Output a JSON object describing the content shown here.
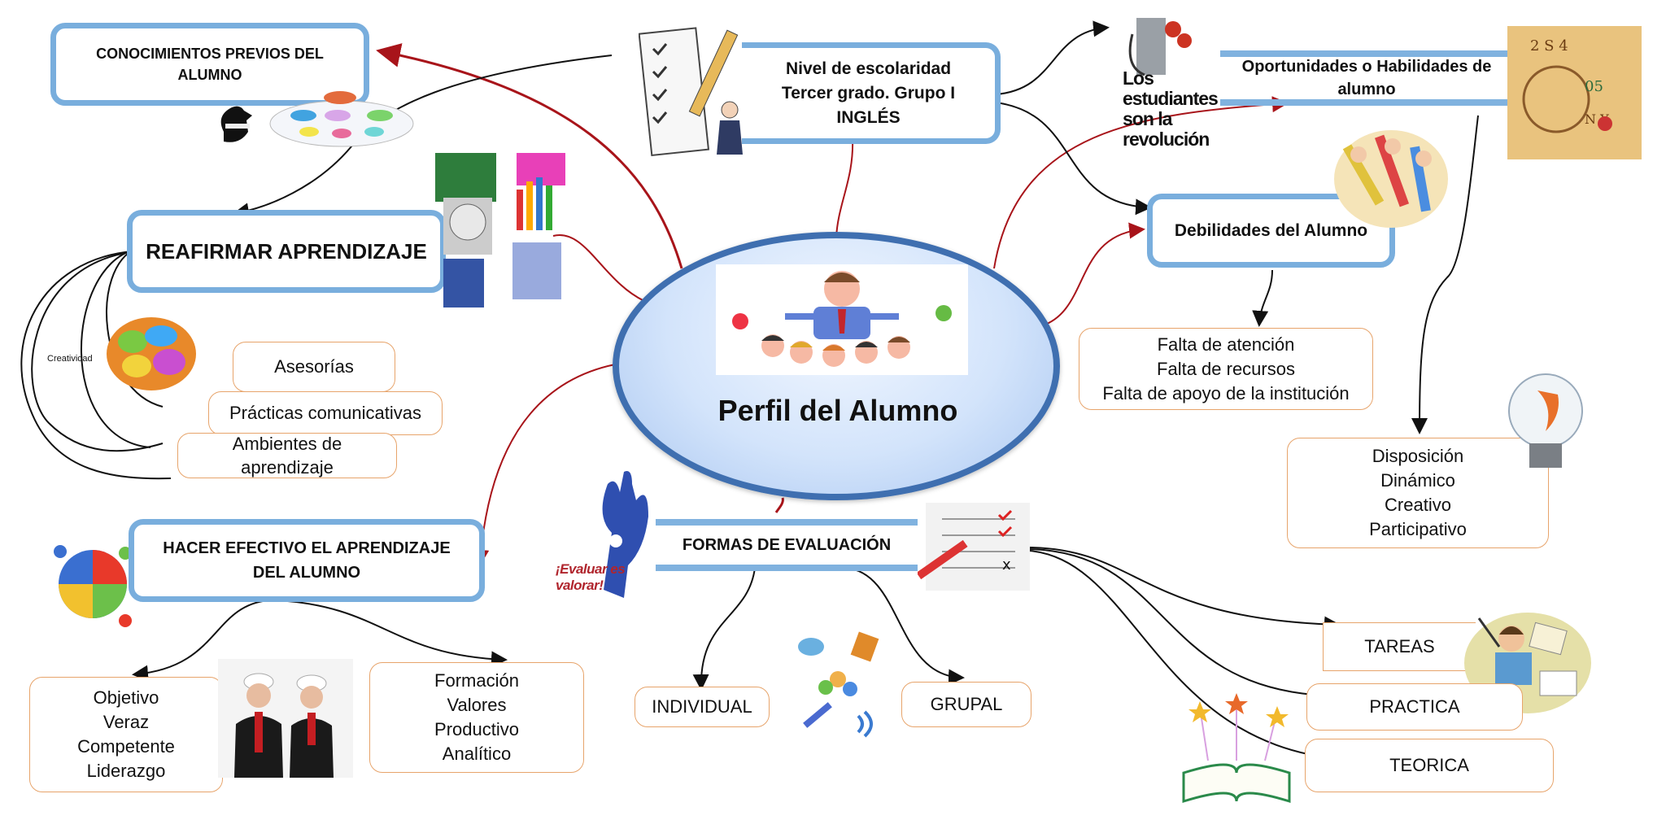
{
  "center": {
    "title": "Perfil del Alumno"
  },
  "nodes": {
    "conocimientos": "CONOCIMIENTOS  PREVIOS DEL\nALUMNO",
    "nivel": "Nivel de escolaridad\nTercer grado. Grupo I\nINGLÉS",
    "oportunidades": "Oportunidades  o Habilidades  de\nalumno",
    "debilidades": "Debilidades del Alumno",
    "reafirmar": "REAFIRMAR APRENDIZAJE",
    "hacer_efectivo": "HACER EFECTIVO EL APRENDIZAJE\nDEL ALUMNO",
    "formas": "FORMAS DE EVALUACIÓN"
  },
  "leaves": {
    "debilidades_list": "Falta de atención\nFalta de recursos\nFalta de apoyo de la institución",
    "habilidades_list": "Disposición\nDinámico\nCreativo\nParticipativo",
    "asesorias": "Asesorías",
    "practicas": "Prácticas comunicativas",
    "ambientes": "Ambientes de\naprendizaje",
    "objetivo_list": "Objetivo\nVeraz\nCompetente\nLiderazgo",
    "formacion_list": "Formación\nValores\nProductivo\nAnalítico",
    "individual": "INDIVIDUAL",
    "grupal": "GRUPAL",
    "tareas": "TAREAS",
    "practica": "PRACTICA",
    "teorica": "TEORICA"
  },
  "image_text": {
    "creatividad": "Creatividad",
    "evaluar": "¡Evaluar es valorar!",
    "estudiantes": "Los\nestudiantes\nson la\nrevolución"
  },
  "colors": {
    "node_border": "#79aedd",
    "leaf_border": "#e7a46b",
    "red_link": "#a8141a",
    "ellipse_border": "#3f6fb0",
    "ellipse_fill": "#b9d2f4"
  },
  "icons": [
    "checklist-pencil-man-icon",
    "thinking-silhouette-icon",
    "study-books-collage-icon",
    "brain-icon",
    "puzzle-people-icon",
    "professionals-photo-icon",
    "raised-hand-icon",
    "exam-paper-icon",
    "communication-icons-icon",
    "fist-flowers-icon",
    "map-collage-icon",
    "pencil-people-icon",
    "lightbulb-icon",
    "busy-worker-icon",
    "magic-book-icon",
    "children-group-icon"
  ]
}
